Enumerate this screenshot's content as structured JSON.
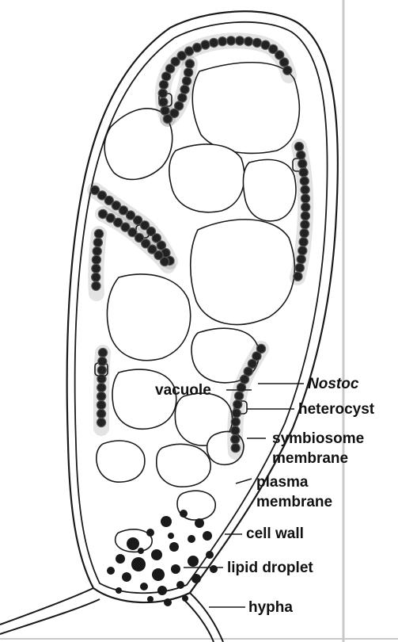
{
  "labels": {
    "vacuole": "vacuole",
    "nostoc": "Nostoc",
    "heterocyst": "heterocyst",
    "symbiosome_line1": "symbiosome",
    "symbiosome_line2": "membrane",
    "plasma_line1": "plasma",
    "plasma_line2": "membrane",
    "cell_wall": "cell wall",
    "lipid_droplet": "lipid droplet",
    "hypha": "hypha"
  },
  "colors": {
    "outline": "#1a1a1a",
    "cell_dark": "#222222",
    "cell_ring": "#555555",
    "background": "#ffffff",
    "edge_shadow": "#bdbdbd"
  }
}
